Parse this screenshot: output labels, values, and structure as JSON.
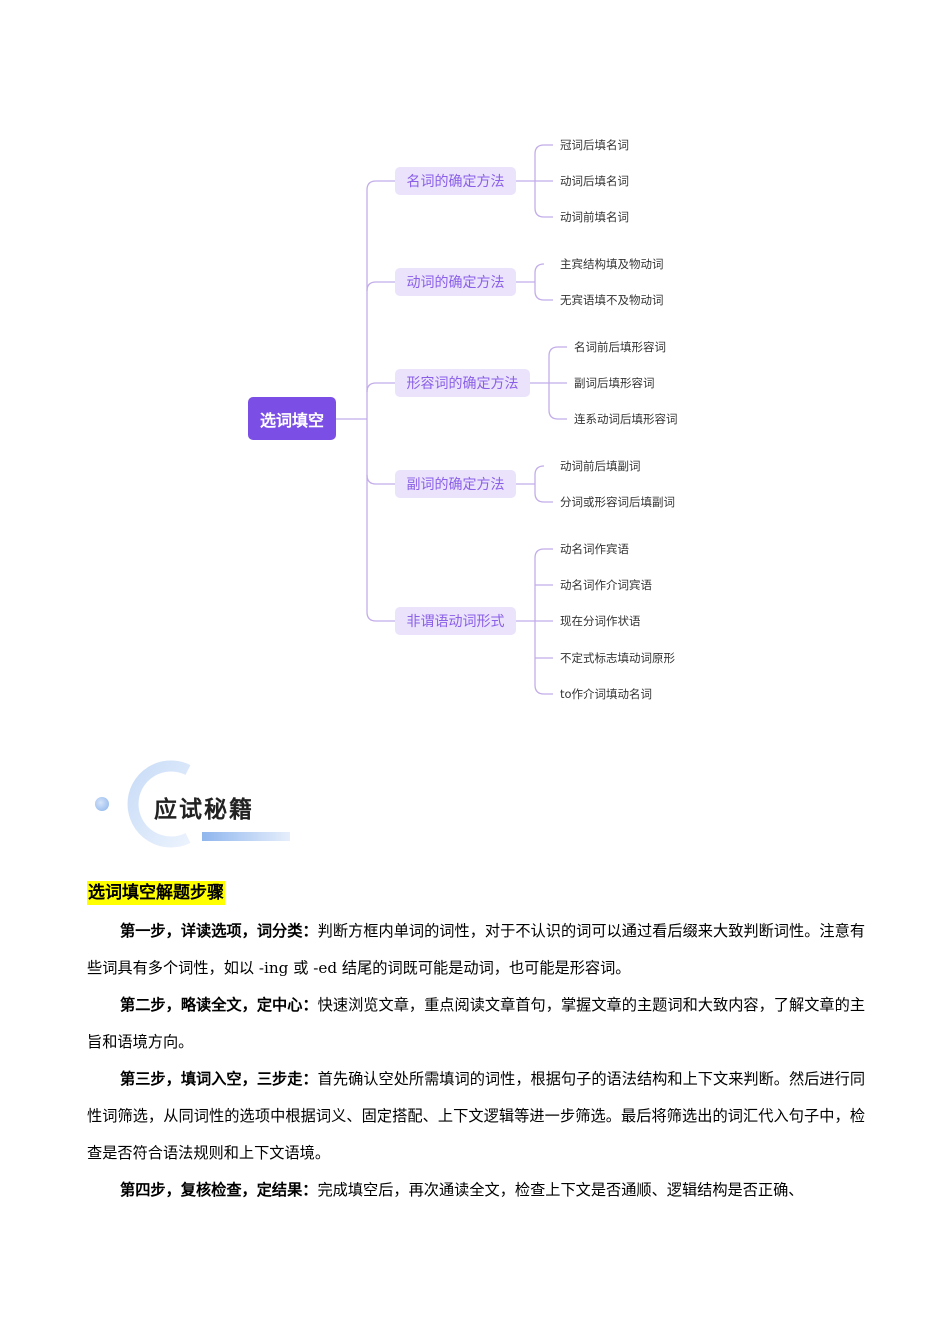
{
  "mindmap": {
    "root": "选词填空",
    "branches": [
      {
        "label": "名词的确定方法",
        "leaves": [
          "冠词后填名词",
          "动词后填名词",
          "动词前填名词"
        ]
      },
      {
        "label": "动词的确定方法",
        "leaves": [
          "主宾结构填及物动词",
          "无宾语填不及物动词"
        ]
      },
      {
        "label": "形容词的确定方法",
        "leaves": [
          "名词前后填形容词",
          "副词后填形容词",
          "连系动词后填形容词"
        ]
      },
      {
        "label": "副词的确定方法",
        "leaves": [
          "动词前后填副词",
          "分词或形容词后填副词"
        ]
      },
      {
        "label": "非谓语动词形式",
        "leaves": [
          "动名词作宾语",
          "动名词作介词宾语",
          "现在分词作状语",
          "不定式标志填动词原形",
          "to作介词填动名词"
        ]
      }
    ],
    "colors": {
      "root_bg": "#7b4fe6",
      "branch_bg": "#ebe3fb",
      "branch_text": "#8a5fe8",
      "line": "#b9a3e6"
    }
  },
  "section": {
    "banner_title": "应试秘籍"
  },
  "doc": {
    "heading": "选词填空解题步骤",
    "steps": [
      {
        "label": "第一步，详读选项，词分类：",
        "text": "判断方框内单词的词性，对于不认识的词可以通过看后缀来大致判断词性。注意有些词具有多个词性，如以 -ing 或 -ed 结尾的词既可能是动词，也可能是形容词。"
      },
      {
        "label": "第二步，略读全文，定中心：",
        "text": "快速浏览文章，重点阅读文章首句，掌握文章的主题词和大致内容，了解文章的主旨和语境方向。"
      },
      {
        "label": "第三步，填词入空，三步走：",
        "text": "首先确认空处所需填词的词性，根据句子的语法结构和上下文来判断。然后进行同性词筛选，从同词性的选项中根据词义、固定搭配、上下文逻辑等进一步筛选。最后将筛选出的词汇代入句子中，检查是否符合语法规则和上下文语境。"
      },
      {
        "label": "第四步，复核检查，定结果：",
        "text": "完成填空后，再次通读全文，检查上下文是否通顺、逻辑结构是否正确、"
      }
    ]
  }
}
